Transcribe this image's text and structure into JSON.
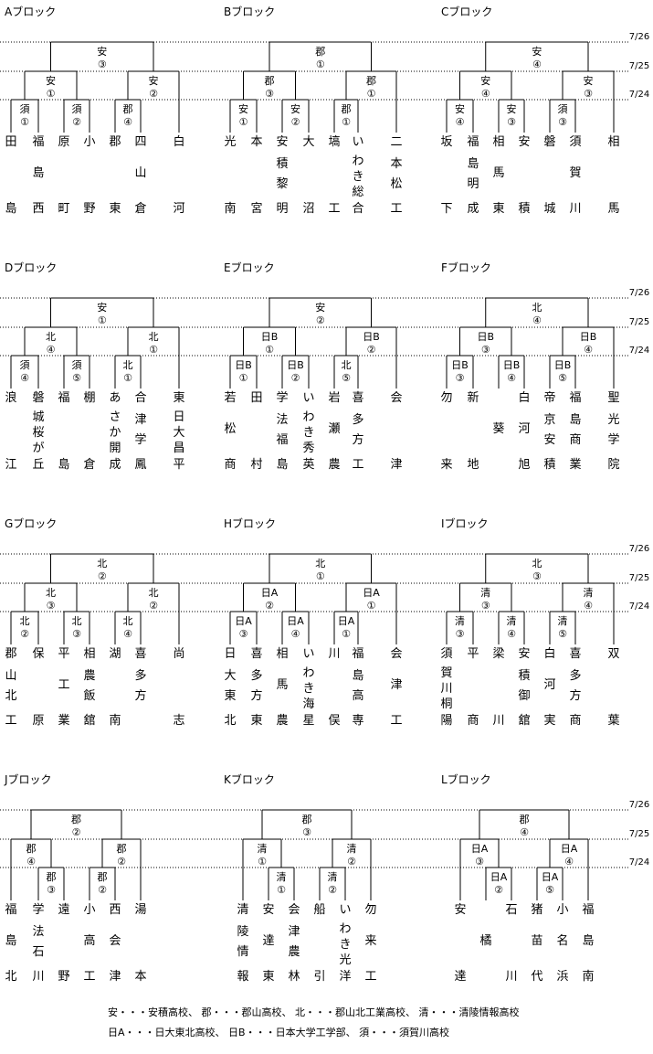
{
  "dates": [
    "7/26",
    "7/25",
    "7/24"
  ],
  "legend": {
    "line1": "安・・・安積高校、 郡・・・郡山高校、 北・・・郡山北工業高校、 清・・・清陵情報高校",
    "line2": "日A・・・日大東北高校、    日B・・・日本大学工学部、    須・・・須賀川高校"
  },
  "blocks": [
    {
      "name": "Aブロック",
      "final": {
        "label": "安",
        "num": "③"
      },
      "semis": [
        {
          "label": "安",
          "num": "①"
        },
        {
          "label": "安",
          "num": "②"
        }
      ],
      "firsts": [
        {
          "label": "須",
          "num": "①"
        },
        {
          "label": "須",
          "num": "②"
        },
        {
          "label": "郡",
          "num": "④"
        }
      ],
      "teams": [
        {
          "top": "田",
          "middle": "",
          "bottom": "島"
        },
        {
          "top": "福",
          "middle": "島",
          "bottom": "西"
        },
        {
          "top": "原",
          "middle": "",
          "bottom": "町"
        },
        {
          "top": "小",
          "middle": "",
          "bottom": "野"
        },
        {
          "top": "郡",
          "middle": "",
          "bottom": "東"
        },
        {
          "top": "四",
          "middle": "山",
          "bottom": "倉"
        },
        {
          "top": "白",
          "middle": "",
          "bottom": "河"
        }
      ]
    },
    {
      "name": "Bブロック",
      "final": {
        "label": "郡",
        "num": "①"
      },
      "semis": [
        {
          "label": "郡",
          "num": "③"
        },
        {
          "label": "郡",
          "num": "①"
        }
      ],
      "firsts": [
        {
          "label": "安",
          "num": "①"
        },
        {
          "label": "安",
          "num": "②"
        },
        {
          "label": "郡",
          "num": "①"
        }
      ],
      "teams": [
        {
          "top": "光",
          "middle": "",
          "bottom": "南"
        },
        {
          "top": "本",
          "middle": "",
          "bottom": "宮"
        },
        {
          "top": "安",
          "middle": "積\n黎",
          "bottom": "明"
        },
        {
          "top": "大",
          "middle": "",
          "bottom": "沼"
        },
        {
          "top": "塙",
          "middle": "",
          "bottom": "工"
        },
        {
          "top": "い",
          "middle": "わ\nき\n総",
          "bottom": "合"
        },
        {
          "top": "二",
          "middle": "本\n松",
          "bottom": "工"
        }
      ]
    },
    {
      "name": "Cブロック",
      "final": {
        "label": "安",
        "num": "④"
      },
      "semis": [
        {
          "label": "安",
          "num": "④"
        },
        {
          "label": "安",
          "num": "③"
        }
      ],
      "firsts": [
        {
          "label": "安",
          "num": "④"
        },
        {
          "label": "安",
          "num": "③"
        },
        {
          "label": "須",
          "num": "③"
        }
      ],
      "teams": [
        {
          "top": "坂",
          "middle": "",
          "bottom": "下"
        },
        {
          "top": "福",
          "middle": "島\n明",
          "bottom": "成"
        },
        {
          "top": "相",
          "middle": "馬",
          "bottom": "東"
        },
        {
          "top": "安",
          "middle": "",
          "bottom": "積"
        },
        {
          "top": "磐",
          "middle": "",
          "bottom": "城"
        },
        {
          "top": "須",
          "middle": "賀",
          "bottom": "川"
        },
        {
          "top": "相",
          "middle": "",
          "bottom": "馬"
        }
      ]
    },
    {
      "name": "Dブロック",
      "final": {
        "label": "安",
        "num": "①"
      },
      "semis": [
        {
          "label": "北",
          "num": "④"
        },
        {
          "label": "北",
          "num": "①"
        }
      ],
      "firsts": [
        {
          "label": "須",
          "num": "④"
        },
        {
          "label": "須",
          "num": "⑤"
        },
        {
          "label": "北",
          "num": "①"
        }
      ],
      "teams": [
        {
          "top": "浪",
          "middle": "",
          "bottom": "江"
        },
        {
          "top": "磐",
          "middle": "城\n桜\nが",
          "bottom": "丘"
        },
        {
          "top": "福",
          "middle": "",
          "bottom": "島"
        },
        {
          "top": "棚",
          "middle": "",
          "bottom": "倉"
        },
        {
          "top": "あ",
          "middle": "さ\nか\n開",
          "bottom": "成"
        },
        {
          "top": "合",
          "middle": "津\n学",
          "bottom": "鳳"
        },
        {
          "top": "東",
          "middle": "日\n大\n昌",
          "bottom": "平"
        }
      ]
    },
    {
      "name": "Eブロック",
      "final": {
        "label": "安",
        "num": "②"
      },
      "semis": [
        {
          "label": "日B",
          "num": "①"
        },
        {
          "label": "日B",
          "num": "②"
        }
      ],
      "firsts": [
        {
          "label": "日B",
          "num": "①"
        },
        {
          "label": "日B",
          "num": "②"
        },
        {
          "label": "北",
          "num": "⑤"
        }
      ],
      "teams": [
        {
          "top": "若",
          "middle": "松",
          "bottom": "商"
        },
        {
          "top": "田",
          "middle": "",
          "bottom": "村"
        },
        {
          "top": "学",
          "middle": "法\n福",
          "bottom": "島"
        },
        {
          "top": "い",
          "middle": "わ\nき\n秀",
          "bottom": "英"
        },
        {
          "top": "岩",
          "middle": "瀬",
          "bottom": "農"
        },
        {
          "top": "喜",
          "middle": "多\n方",
          "bottom": "工"
        },
        {
          "top": "会",
          "middle": "",
          "bottom": "津"
        }
      ]
    },
    {
      "name": "Fブロック",
      "final": {
        "label": "北",
        "num": "④"
      },
      "semis": [
        {
          "label": "日B",
          "num": "③"
        },
        {
          "label": "日B",
          "num": "④"
        }
      ],
      "firsts": [
        {
          "label": "日B",
          "num": "③"
        },
        {
          "label": "日B",
          "num": "④"
        },
        {
          "label": "日B",
          "num": "⑤"
        }
      ],
      "teams": [
        {
          "top": "勿",
          "middle": "",
          "bottom": "来"
        },
        {
          "top": "新",
          "middle": "",
          "bottom": "地"
        },
        {
          "top": "",
          "middle": "葵",
          "bottom": ""
        },
        {
          "top": "白",
          "middle": "河",
          "bottom": "旭"
        },
        {
          "top": "帝",
          "middle": "京\n安",
          "bottom": "積"
        },
        {
          "top": "福",
          "middle": "島\n商",
          "bottom": "業"
        },
        {
          "top": "聖",
          "middle": "光\n学",
          "bottom": "院"
        }
      ]
    },
    {
      "name": "Gブロック",
      "final": {
        "label": "北",
        "num": "②"
      },
      "semis": [
        {
          "label": "北",
          "num": "③"
        },
        {
          "label": "北",
          "num": "②"
        }
      ],
      "firsts": [
        {
          "label": "北",
          "num": "②"
        },
        {
          "label": "北",
          "num": "③"
        },
        {
          "label": "北",
          "num": "④"
        }
      ],
      "teams": [
        {
          "top": "郡",
          "middle": "山\n北",
          "bottom": "工"
        },
        {
          "top": "保",
          "middle": "",
          "bottom": "原"
        },
        {
          "top": "平",
          "middle": "工",
          "bottom": "業"
        },
        {
          "top": "相",
          "middle": "農\n飯",
          "bottom": "舘"
        },
        {
          "top": "湖",
          "middle": "",
          "bottom": "南"
        },
        {
          "top": "喜",
          "middle": "多\n方",
          "bottom": ""
        },
        {
          "top": "尚",
          "middle": "",
          "bottom": "志"
        }
      ]
    },
    {
      "name": "Hブロック",
      "final": {
        "label": "北",
        "num": "①"
      },
      "semis": [
        {
          "label": "日A",
          "num": "②"
        },
        {
          "label": "日A",
          "num": "①"
        }
      ],
      "firsts": [
        {
          "label": "日A",
          "num": "③"
        },
        {
          "label": "日A",
          "num": "④"
        },
        {
          "label": "日A",
          "num": "①"
        }
      ],
      "teams": [
        {
          "top": "日",
          "middle": "大\n東",
          "bottom": "北"
        },
        {
          "top": "喜",
          "middle": "多\n方",
          "bottom": "東"
        },
        {
          "top": "相",
          "middle": "馬",
          "bottom": "農"
        },
        {
          "top": "い",
          "middle": "わ\nき\n海",
          "bottom": "星"
        },
        {
          "top": "川",
          "middle": "",
          "bottom": "俣"
        },
        {
          "top": "福",
          "middle": "島\n高",
          "bottom": "専"
        },
        {
          "top": "会",
          "middle": "津",
          "bottom": "工"
        }
      ]
    },
    {
      "name": "Iブロック",
      "final": {
        "label": "北",
        "num": "③"
      },
      "semis": [
        {
          "label": "清",
          "num": "③"
        },
        {
          "label": "清",
          "num": "④"
        }
      ],
      "firsts": [
        {
          "label": "清",
          "num": "③"
        },
        {
          "label": "清",
          "num": "④"
        },
        {
          "label": "清",
          "num": "⑤"
        }
      ],
      "teams": [
        {
          "top": "須",
          "middle": "賀\n川\n桐",
          "bottom": "陽"
        },
        {
          "top": "平",
          "middle": "",
          "bottom": "商"
        },
        {
          "top": "梁",
          "middle": "",
          "bottom": "川"
        },
        {
          "top": "安",
          "middle": "積\n御",
          "bottom": "舘"
        },
        {
          "top": "白",
          "middle": "河",
          "bottom": "実"
        },
        {
          "top": "喜",
          "middle": "多\n方",
          "bottom": "商"
        },
        {
          "top": "双",
          "middle": "",
          "bottom": "葉"
        }
      ]
    },
    {
      "name": "Jブロック",
      "final": {
        "label": "郡",
        "num": "②"
      },
      "semis": [
        {
          "label": "郡",
          "num": "④"
        },
        {
          "label": "郡",
          "num": "②"
        }
      ],
      "firsts": [
        {
          "label": "郡",
          "num": "③"
        },
        {
          "label": "郡",
          "num": "②"
        }
      ],
      "teams": [
        {
          "top": "福",
          "middle": "島",
          "bottom": "北"
        },
        {
          "top": "学",
          "middle": "法\n石",
          "bottom": "川"
        },
        {
          "top": "遠",
          "middle": "",
          "bottom": "野"
        },
        {
          "top": "小",
          "middle": "高",
          "bottom": "工"
        },
        {
          "top": "西",
          "middle": "会",
          "bottom": "津"
        },
        {
          "top": "湯",
          "middle": "",
          "bottom": "本"
        }
      ]
    },
    {
      "name": "Kブロック",
      "final": {
        "label": "郡",
        "num": "③"
      },
      "semis": [
        {
          "label": "清",
          "num": "①"
        },
        {
          "label": "清",
          "num": "②"
        }
      ],
      "firsts": [
        {
          "label": "清",
          "num": "①"
        },
        {
          "label": "清",
          "num": "②"
        }
      ],
      "teams": [
        {
          "top": "清",
          "middle": "陵\n情",
          "bottom": "報"
        },
        {
          "top": "安",
          "middle": "達",
          "bottom": "東"
        },
        {
          "top": "会",
          "middle": "津\n農",
          "bottom": "林"
        },
        {
          "top": "船",
          "middle": "",
          "bottom": "引"
        },
        {
          "top": "い",
          "middle": "わ\nき\n光",
          "bottom": "洋"
        },
        {
          "top": "勿",
          "middle": "来",
          "bottom": "工"
        }
      ]
    },
    {
      "name": "Lブロック",
      "final": {
        "label": "郡",
        "num": "④"
      },
      "semis": [
        {
          "label": "日A",
          "num": "③"
        },
        {
          "label": "日A",
          "num": "④"
        }
      ],
      "firsts": [
        {
          "label": "日A",
          "num": "②"
        },
        {
          "label": "日A",
          "num": "⑤"
        }
      ],
      "teams": [
        {
          "top": "安",
          "middle": "",
          "bottom": "達"
        },
        {
          "top": "",
          "middle": "橘",
          "bottom": ""
        },
        {
          "top": "石",
          "middle": "",
          "bottom": "川"
        },
        {
          "top": "猪",
          "middle": "苗",
          "bottom": "代"
        },
        {
          "top": "小",
          "middle": "名",
          "bottom": "浜"
        },
        {
          "top": "福",
          "middle": "島",
          "bottom": "南"
        }
      ]
    }
  ]
}
